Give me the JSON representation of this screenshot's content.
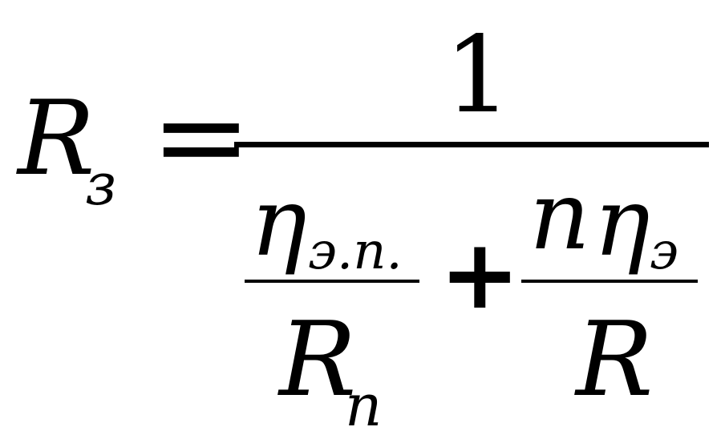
{
  "formula": {
    "lhs": {
      "symbol": "R",
      "subscript": "з"
    },
    "equals": "=",
    "numerator": "1",
    "term1": {
      "numerator_symbol": "η",
      "numerator_subscript": "э.п.",
      "denominator_symbol": "R",
      "denominator_subscript": "п"
    },
    "plus": "+",
    "term2": {
      "numerator_coefficient": "n",
      "numerator_symbol": "η",
      "numerator_subscript": "э",
      "denominator_symbol": "R"
    }
  }
}
